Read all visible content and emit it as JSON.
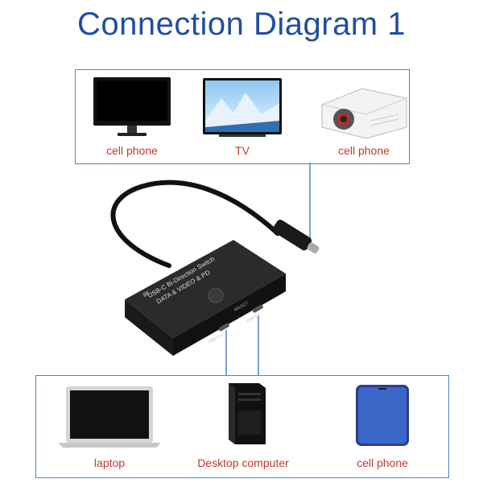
{
  "title": "Connection Diagram 1",
  "top_devices": [
    {
      "label": "cell phone",
      "icon": "monitor-icon"
    },
    {
      "label": "TV",
      "icon": "tv-icon"
    },
    {
      "label": "cell phone",
      "icon": "projector-icon"
    }
  ],
  "bottom_devices": [
    {
      "label": "laptop",
      "icon": "laptop-icon"
    },
    {
      "label": "Desktop computer",
      "icon": "desktop-tower-icon"
    },
    {
      "label": "cell phone",
      "icon": "smartphone-icon"
    }
  ],
  "switch": {
    "line1": "USB-C Bi-Direction Switch",
    "line2": "DATA & VIDEO & PD",
    "badge_8k": "8K",
    "select_label": "SELECT",
    "port1_label": "USB-C 1",
    "port2_label": "USB-C 2"
  },
  "colors": {
    "title": "#1f4fa0",
    "label": "#c0392b",
    "line": "#4a86c8",
    "device_body": "#1a1a1a"
  }
}
